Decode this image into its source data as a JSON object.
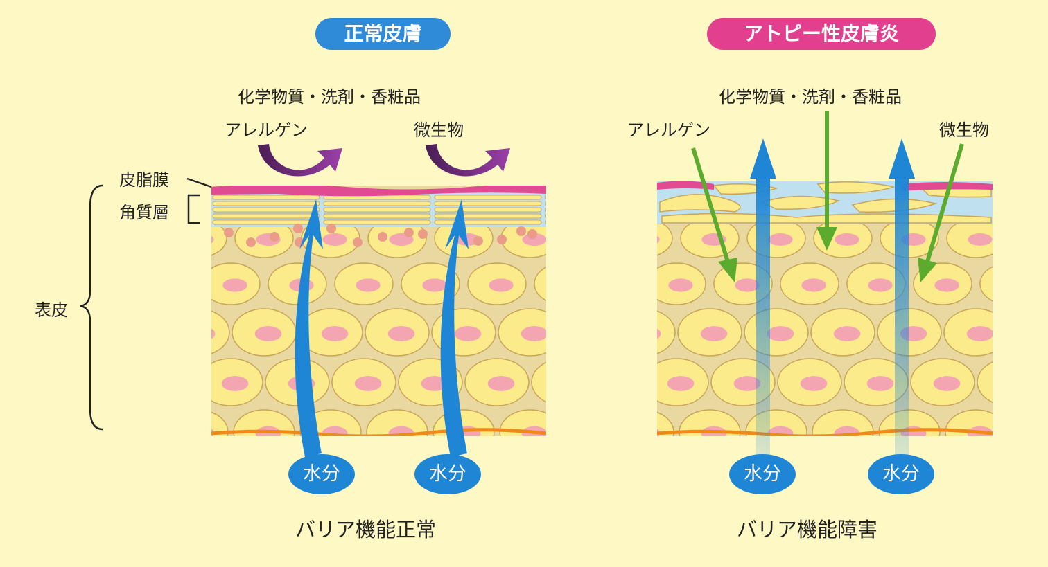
{
  "left": {
    "badge": "正常皮膚",
    "chemicals": "化学物質・洗剤・香粧品",
    "allergen": "アレルゲン",
    "microbe": "微生物",
    "sebum_label": "皮脂膜",
    "stratum_label": "角質層",
    "epidermis_label": "表皮",
    "water_1": "水分",
    "water_2": "水分",
    "caption": "バリア機能正常"
  },
  "right": {
    "badge": "アトピー性皮膚炎",
    "chemicals": "化学物質・洗剤・香粧品",
    "allergen": "アレルゲン",
    "microbe": "微生物",
    "water_1": "水分",
    "water_2": "水分",
    "caption": "バリア機能障害"
  },
  "colors": {
    "background": "#fdf8c4",
    "normal_badge": "#2f8ad8",
    "atopy_badge": "#e23f8e",
    "sebum": "#e14b92",
    "cell": "#fbeb8a",
    "nucleus": "#f3a6b2",
    "water_arrow": "#1f86d6",
    "irritant_arrow": "#5cab2e",
    "deflect_arrow": "#6b2b78"
  },
  "icons": {
    "deflect": "curved-arrow-icon",
    "penetrate": "down-arrow-icon",
    "moisture": "up-arrow-icon"
  }
}
